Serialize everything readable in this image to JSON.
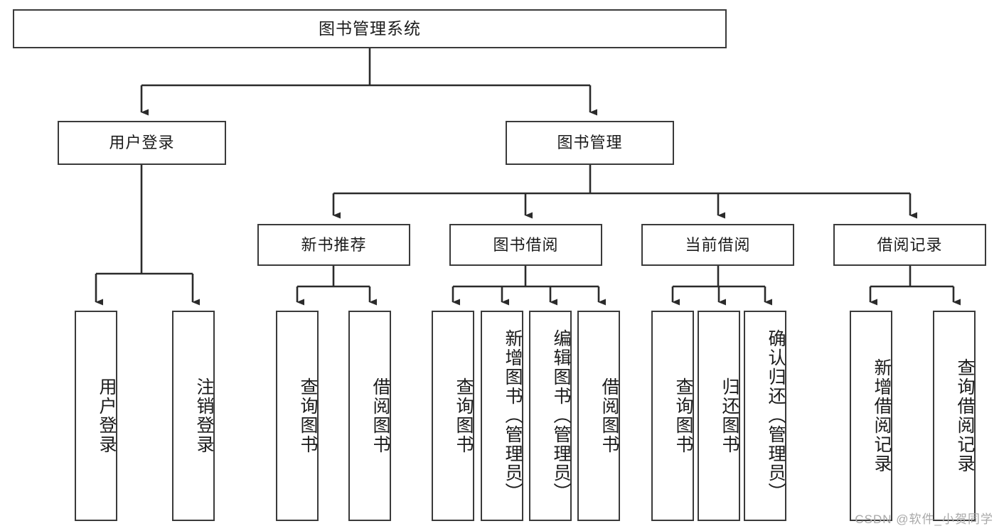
{
  "diagram": {
    "type": "tree-hierarchy",
    "title": "图书管理系统",
    "watermark": "CSDN @软件_小贺同学",
    "colors": {
      "box_border": "#3a3a3a",
      "box_fill": "#ffffff",
      "line": "#2b2b2b",
      "text": "#1b1b1b",
      "watermark": "#a8a8a8"
    },
    "root": {
      "label": "图书管理系统"
    },
    "level2": [
      {
        "label": "用户登录"
      },
      {
        "label": "图书管理"
      }
    ],
    "level3": [
      {
        "label": "新书推荐"
      },
      {
        "label": "图书借阅"
      },
      {
        "label": "当前借阅"
      },
      {
        "label": "借阅记录"
      }
    ],
    "leaves": {
      "user_login": [
        {
          "label": "用户登录"
        },
        {
          "label": "注销登录"
        }
      ],
      "new_book": [
        {
          "label": "查询图书"
        },
        {
          "label": "借阅图书"
        }
      ],
      "borrow_book": [
        {
          "label": "查询图书"
        },
        {
          "label": "新增图书（管理员）"
        },
        {
          "label": "编辑图书（管理员）"
        },
        {
          "label": "借阅图书"
        }
      ],
      "current_borrow": [
        {
          "label": "查询图书"
        },
        {
          "label": "归还图书"
        },
        {
          "label": "确认归还（管理员）"
        }
      ],
      "borrow_record": [
        {
          "label": "新增借阅记录"
        },
        {
          "label": "查询借阅记录"
        }
      ]
    }
  }
}
